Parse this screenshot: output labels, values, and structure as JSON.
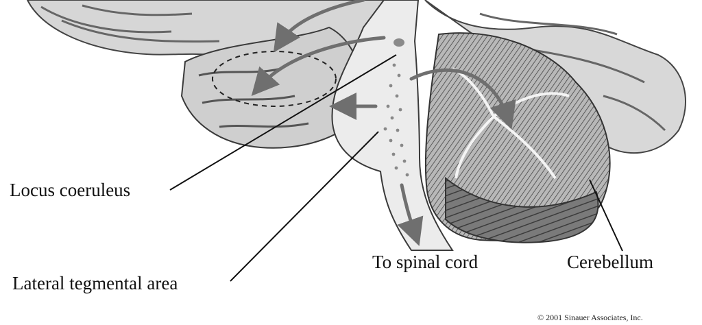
{
  "labels": {
    "locus_coeruleus": "Locus coeruleus",
    "lateral_tegmental_area": "Lateral tegmental area",
    "to_spinal_cord": "To spinal cord",
    "cerebellum": "Cerebellum"
  },
  "copyright": "© 2001 Sinauer Associates, Inc.",
  "colors": {
    "arrow": "#6f6f6f",
    "outline": "#3a3a3a",
    "tissue": "#dcdcdc",
    "brainstem": "#ececec",
    "cerebellum": "#8e8e8e"
  }
}
